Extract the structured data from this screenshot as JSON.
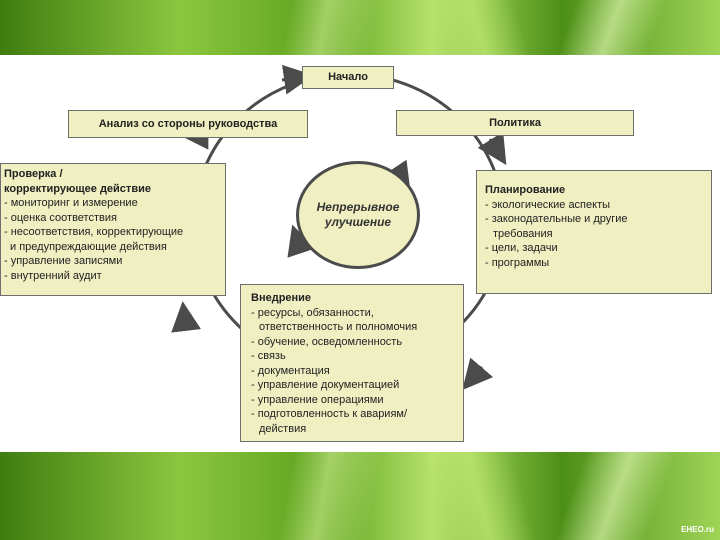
{
  "diagram": {
    "start": "Начало",
    "policy": "Политика",
    "review": "Анализ со стороны руководства",
    "center": [
      "Непрерывное",
      "улучшение"
    ],
    "planning": {
      "title": "Планирование",
      "items": [
        "- экологические аспекты",
        "- законодательные и другие",
        "  требования",
        "- цели, задачи",
        "- программы"
      ]
    },
    "implementation": {
      "title": "Внедрение",
      "items": [
        "- ресурсы, обязанности,",
        "  ответственность и полномочия",
        "- обучение, осведомленность",
        "- связь",
        "- документация",
        "- управление документацией",
        "- управление операциями",
        "- подготовленность к авариям/",
        "  действия"
      ]
    },
    "checking": {
      "title": "Проверка /",
      "items": [
        "корректирующее действие",
        "- мониторинг и измерение",
        "- оценка соответствия",
        "- несоответствия, корректирующие",
        "  и предупреждающие действия",
        "- управление записями",
        "- внутренний аудит"
      ]
    }
  },
  "watermark": "ЕНЕО.ru",
  "colors": {
    "box_fill": "#efefc2",
    "box_border": "#6e6e6e",
    "cycle_stroke": "#4b4b4b"
  }
}
